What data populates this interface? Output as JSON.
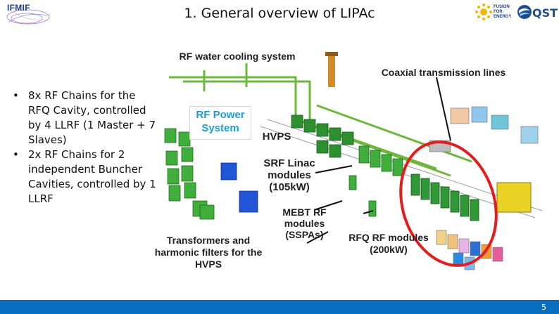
{
  "header": {
    "title": "1. General overview of LIPAc",
    "logo_left_text": "IFMIF",
    "logo_f4e_text": "FUSION FOR ENERGY",
    "logo_qst_text": "QST"
  },
  "bullets": [
    "8x RF Chains for the RFQ Cavity, controlled by 4 LLRF (1 Master + 7 Slaves)",
    "2x RF Chains for 2 independent Buncher Cavities, controlled by 1 LLRF"
  ],
  "diagram": {
    "labels": {
      "water_cooling": "RF water cooling system",
      "coaxial": "Coaxial transmission lines",
      "rf_power": "RF Power System",
      "hvps": "HVPS",
      "srf_linac": "SRF Linac modules (105kW)",
      "mebt": "MEBT RF modules (SSPAs)",
      "rfq": "RFQ RF modules (200kW)",
      "transformers": "Transformers and harmonic filters for the HVPS"
    },
    "colors": {
      "module_green": "#3fae3a",
      "pipe_green": "#6cb83b",
      "highlight_red": "#e11d1d",
      "label_blue": "#1e9cd7"
    }
  },
  "footer": {
    "page_number": "5",
    "bar_color": "#0a6ec0"
  }
}
